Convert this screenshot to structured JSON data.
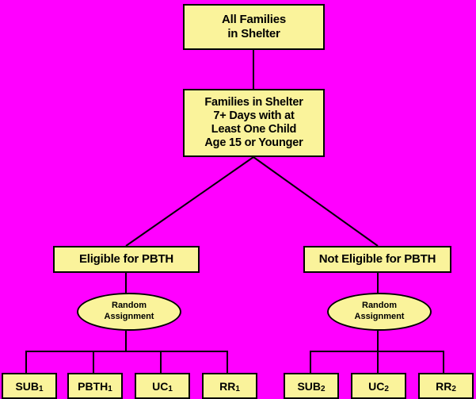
{
  "diagram": {
    "title": "Family Options Study Shelter Randomization Flow",
    "background_color": "#FF00FF",
    "node_fill_color": "#FAF39B",
    "node_border_color": "#000000",
    "nodes": {
      "all_families": {
        "line1": "All Families",
        "line2": "in Shelter"
      },
      "families_criteria": {
        "line1": "Families in Shelter",
        "line2": "7+ Days with at",
        "line3": "Least One Child",
        "line4": "Age 15 or Younger"
      },
      "eligible": {
        "label": "Eligible for PBTH"
      },
      "not_eligible": {
        "label": "Not Eligible for PBTH"
      },
      "random_left": {
        "line1": "Random",
        "line2": "Assignment"
      },
      "random_right": {
        "line1": "Random",
        "line2": "Assignment"
      }
    },
    "outcomes_left": [
      {
        "base": "SUB",
        "sub": "1"
      },
      {
        "base": "PBTH",
        "sub": "1"
      },
      {
        "base": "UC",
        "sub": "1"
      },
      {
        "base": "RR",
        "sub": "1"
      }
    ],
    "outcomes_right": [
      {
        "base": "SUB",
        "sub": "2"
      },
      {
        "base": "UC",
        "sub": "2"
      },
      {
        "base": "RR",
        "sub": "2"
      }
    ]
  }
}
